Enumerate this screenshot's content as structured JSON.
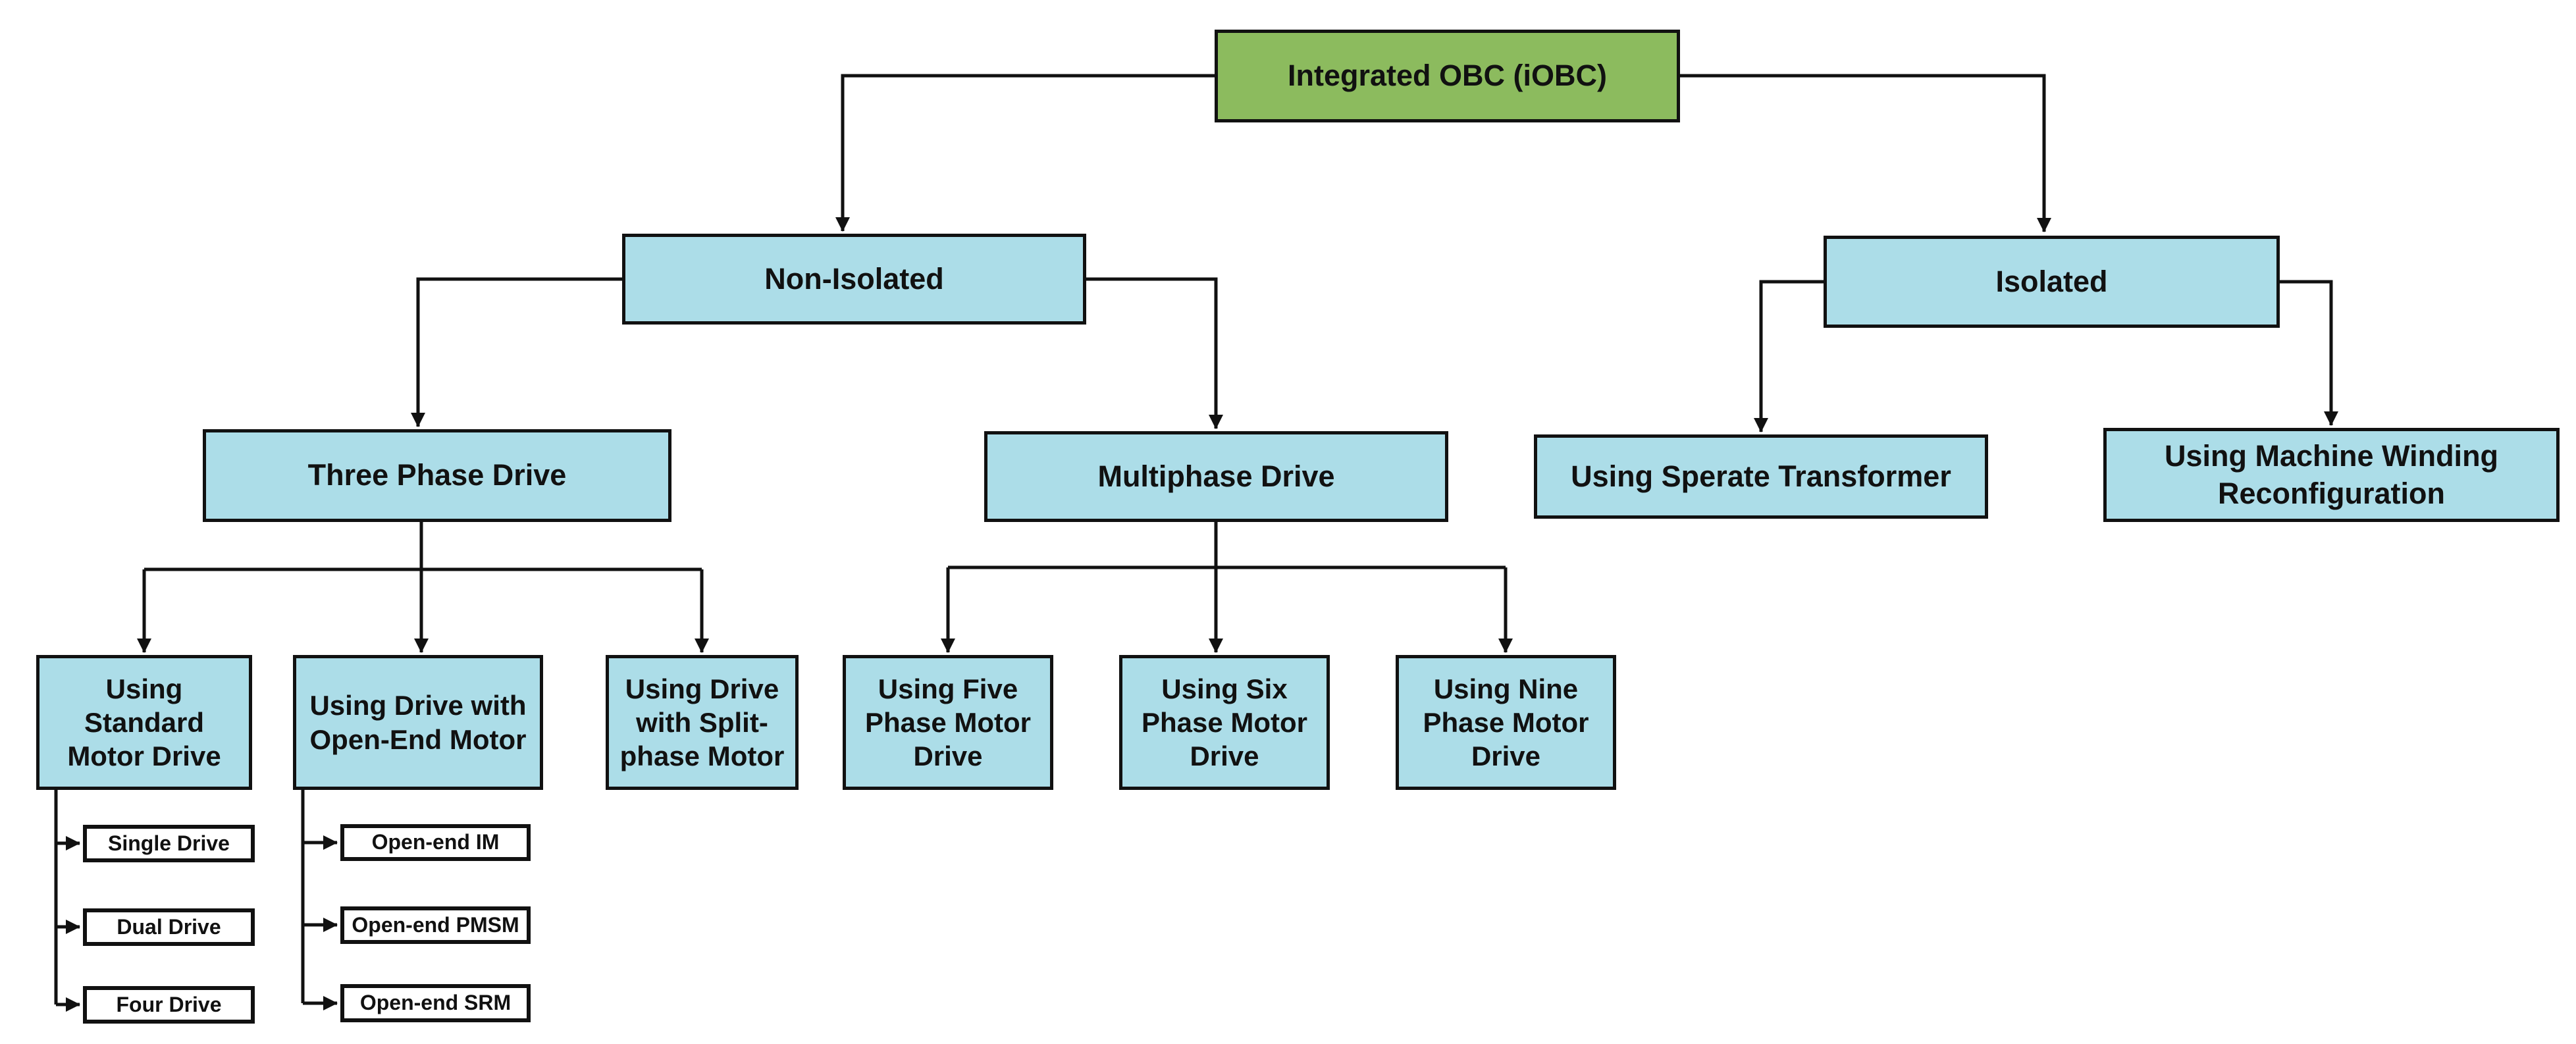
{
  "tree": {
    "root": {
      "label": "Integrated OBC (iOBC)",
      "children": {
        "non_isolated": {
          "label": "Non-Isolated",
          "children": {
            "three_phase": {
              "label": "Three Phase Drive",
              "children": {
                "std_motor": {
                  "label": "Using\nStandard\nMotor Drive",
                  "children": {
                    "single_drive": {
                      "label": "Single Drive"
                    },
                    "dual_drive": {
                      "label": "Dual Drive"
                    },
                    "four_drive": {
                      "label": "Four Drive"
                    }
                  }
                },
                "open_end_motor": {
                  "label": "Using Drive with\nOpen-End Motor",
                  "children": {
                    "open_end_im": {
                      "label": "Open-end IM"
                    },
                    "open_end_pmsm": {
                      "label": "Open-end PMSM"
                    },
                    "open_end_srm": {
                      "label": "Open-end SRM"
                    }
                  }
                },
                "split_phase": {
                  "label": "Using Drive\nwith Split-\nphase Motor"
                }
              }
            },
            "multiphase": {
              "label": "Multiphase Drive",
              "children": {
                "five_phase": {
                  "label": "Using Five\nPhase Motor\nDrive"
                },
                "six_phase": {
                  "label": "Using Six\nPhase Motor\nDrive"
                },
                "nine_phase": {
                  "label": "Using Nine\nPhase Motor\nDrive"
                }
              }
            }
          }
        },
        "isolated": {
          "label": "Isolated",
          "children": {
            "separate_transformer": {
              "label": "Using Sperate Transformer"
            },
            "machine_winding": {
              "label": "Using Machine Winding\nReconfiguration"
            }
          }
        }
      }
    }
  },
  "colors": {
    "root_fill": "#8CBB5E",
    "node_fill": "#ACDDE8",
    "leaf_fill": "#FFFFFF",
    "line": "#111111"
  }
}
